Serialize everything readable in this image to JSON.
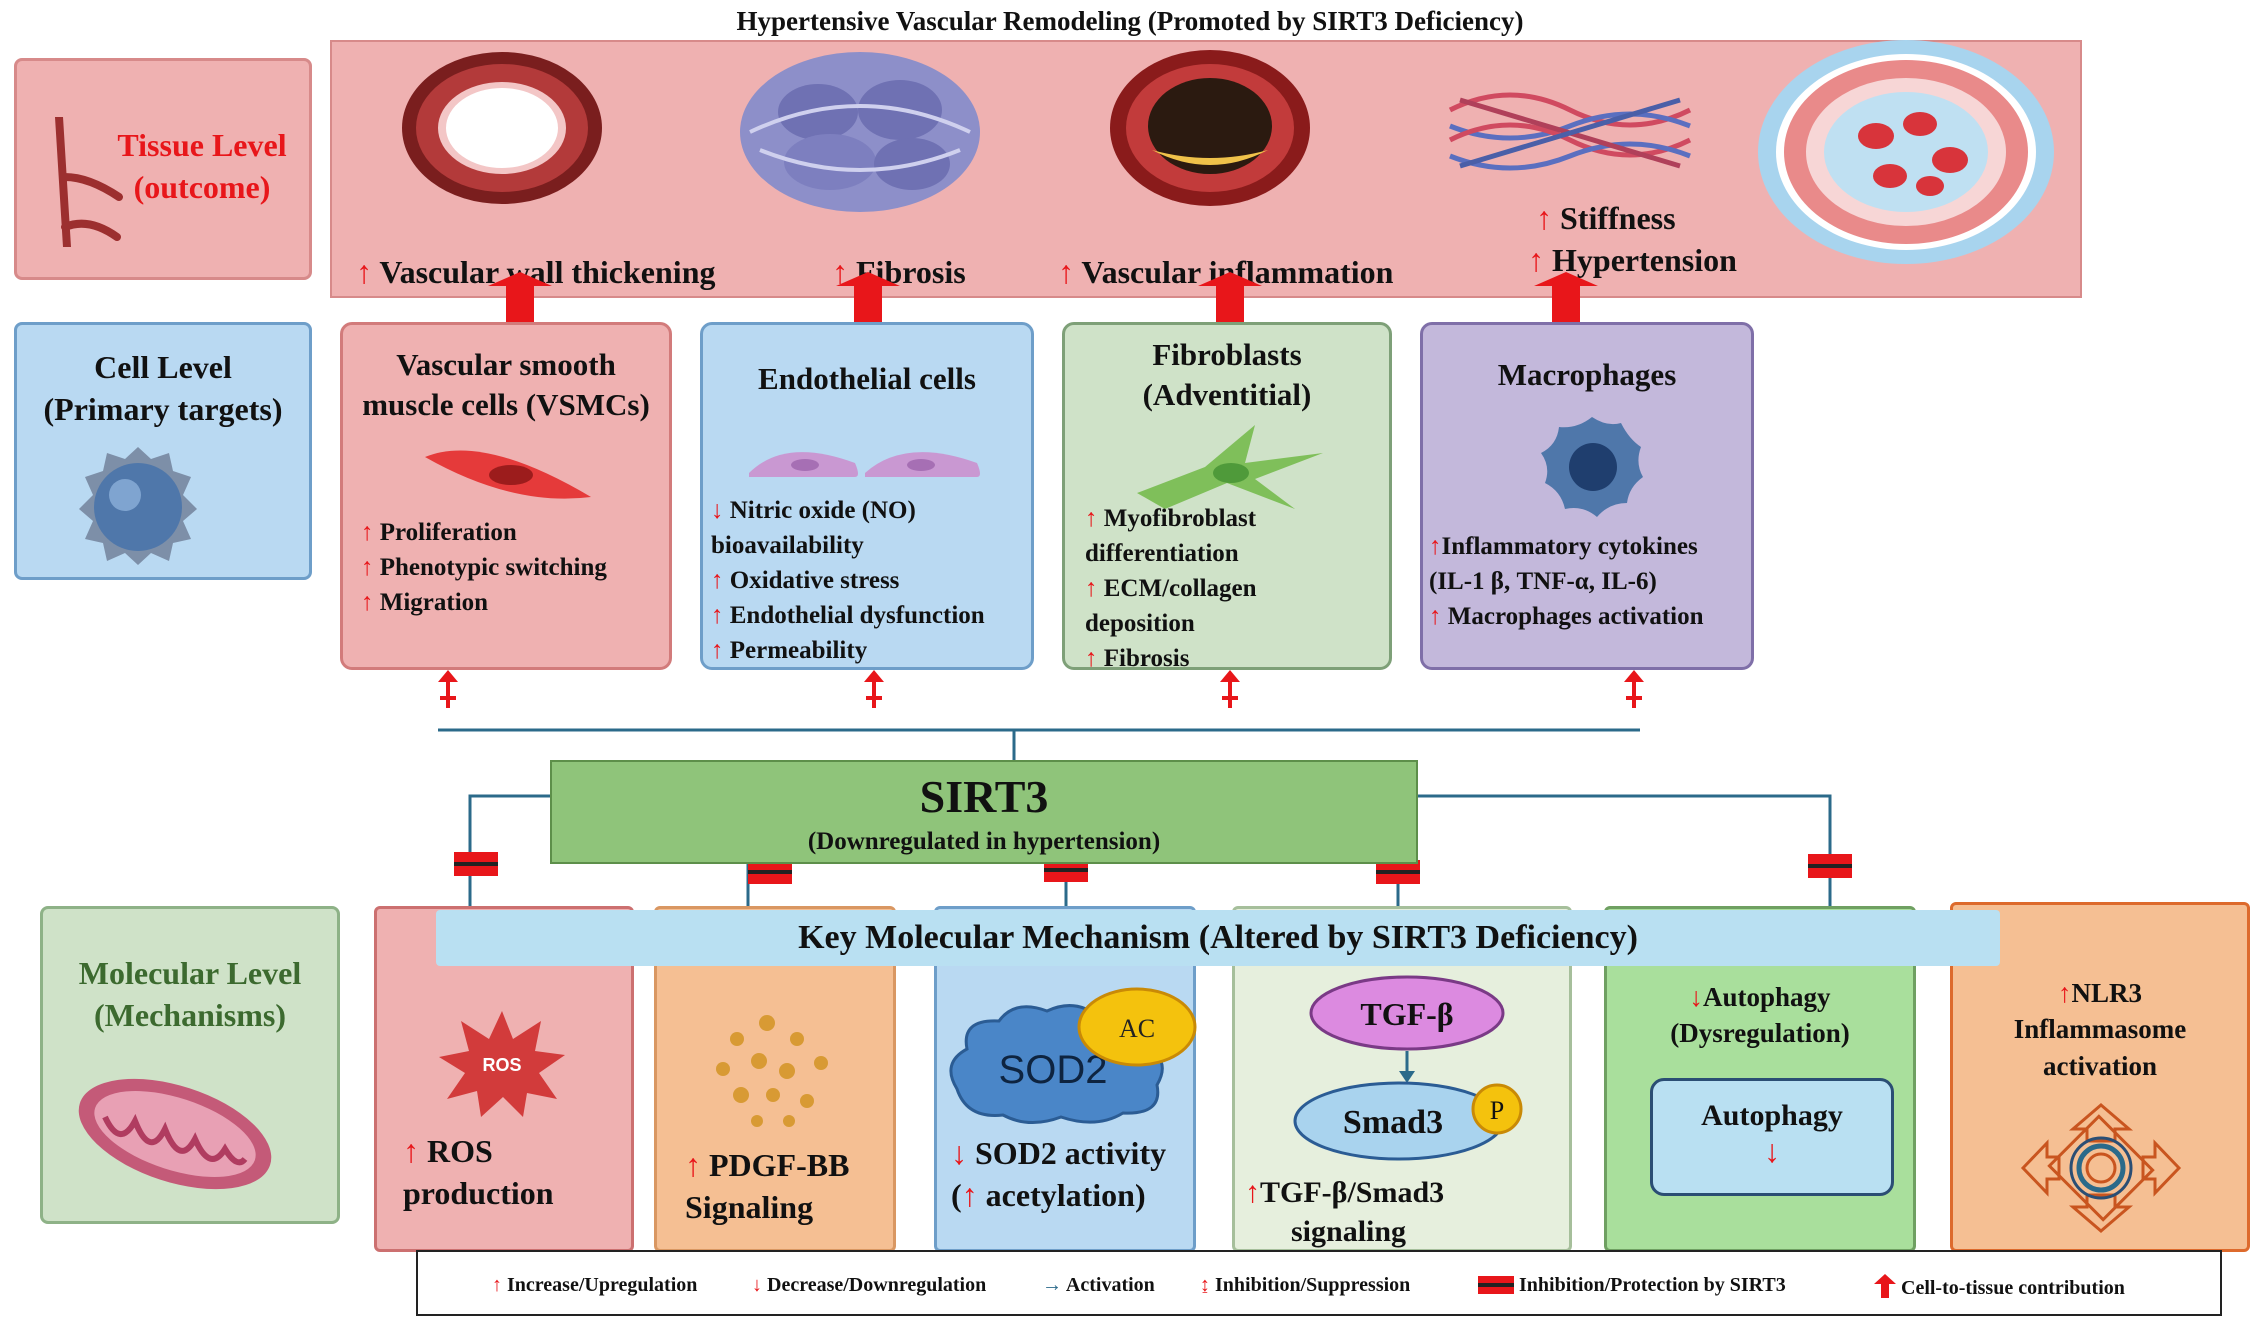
{
  "title": "Hypertensive Vascular Remodeling (Promoted by SIRT3 Deficiency)",
  "levels": {
    "tissue": {
      "line1": "Tissue Level",
      "line2": "(outcome)"
    },
    "cell": {
      "line1": "Cell Level",
      "line2": "(Primary targets)"
    },
    "molecular": {
      "line1": "Molecular Level",
      "line2": "(Mechanisms)"
    }
  },
  "tissue_outcomes": {
    "wall": "Vascular wall thickening",
    "fibrosis": "Fibrosis",
    "inflammation": "Vascular inflammation",
    "stiffness": "Stiffness",
    "hypertension": "Hypertension"
  },
  "cells": {
    "vsmc": {
      "title_line1": "Vascular smooth",
      "title_line2": "muscle cells (VSMCs)",
      "items": [
        "Proliferation",
        "Phenotypic switching",
        "Migration"
      ]
    },
    "endothelial": {
      "title": "Endothelial cells",
      "items": [
        "Nitric oxide (NO)",
        "bioavailability",
        "Oxidative stress",
        "Endothelial dysfunction",
        "Permeability"
      ]
    },
    "fibroblasts": {
      "title_line1": "Fibroblasts",
      "title_line2": "(Adventitial)",
      "items": [
        "Myofibroblast",
        "differentiation",
        "ECM/collagen",
        "deposition",
        "Fibrosis"
      ]
    },
    "macrophages": {
      "title": "Macrophages",
      "items": [
        "Inflammatory cytokines",
        "(IL-1 β, TNF-α, IL-6)",
        "Macrophages activation"
      ]
    }
  },
  "sirt3": {
    "title": "SIRT3",
    "subtitle": "(Downregulated in hypertension)"
  },
  "mechanism_banner": "Key Molecular Mechanism (Altered by SIRT3 Deficiency)",
  "mechanisms": {
    "ros": {
      "icon_label": "ROS",
      "line1": "ROS",
      "line2": "production"
    },
    "pdgf": {
      "line1": "PDGF-BB",
      "line2": "Signaling"
    },
    "sod2": {
      "cloud_label": "SOD2",
      "ac_label": "AC",
      "line1": "SOD2 activity",
      "line2": "acetylation)"
    },
    "tgf": {
      "tgf_label": "TGF-β",
      "smad_label": "Smad3",
      "p_label": "P",
      "line1": "TGF-β/Smad3",
      "line2": "signaling"
    },
    "autophagy": {
      "line1": "Autophagy",
      "line2": "(Dysregulation)",
      "inner_label": "Autophagy"
    },
    "nlrp3": {
      "line1": "NLR3",
      "line2": "Inflammasome",
      "line3": "activation"
    }
  },
  "symbols": {
    "up": "↑",
    "down": "↓"
  },
  "legend": {
    "increase": "Increase/Upregulation",
    "decrease": "Decrease/Downregulation",
    "activation": "Activation",
    "inhibition": "Inhibition/Suppression",
    "protection": "Inhibition/Protection by SIRT3",
    "contribution": "Cell-to-tissue contribution"
  },
  "colors": {
    "red_arrow": "#e8161a",
    "connector": "#2b6a8a",
    "sirt3_green": "#8fc47a",
    "tissue_pink": "#efb1b1"
  }
}
